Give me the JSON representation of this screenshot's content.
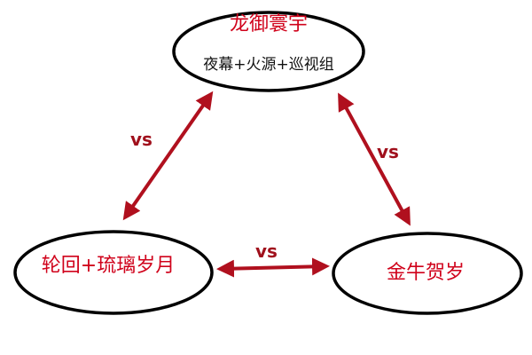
{
  "nodes": {
    "top": {
      "title": "龙御寰宇",
      "subtitle": "夜幕+火源+巡视组"
    },
    "left": {
      "label": "轮回+琉璃岁月"
    },
    "right": {
      "label": "金牛贺岁"
    }
  },
  "edges": {
    "top_left": {
      "label": "vs"
    },
    "top_right": {
      "label": "vs"
    },
    "left_right": {
      "label": "vs"
    }
  },
  "colors": {
    "accent_red": "#d0021b",
    "arrow_red": "#b0101e",
    "outline": "#000000",
    "text_dark": "#111111"
  }
}
